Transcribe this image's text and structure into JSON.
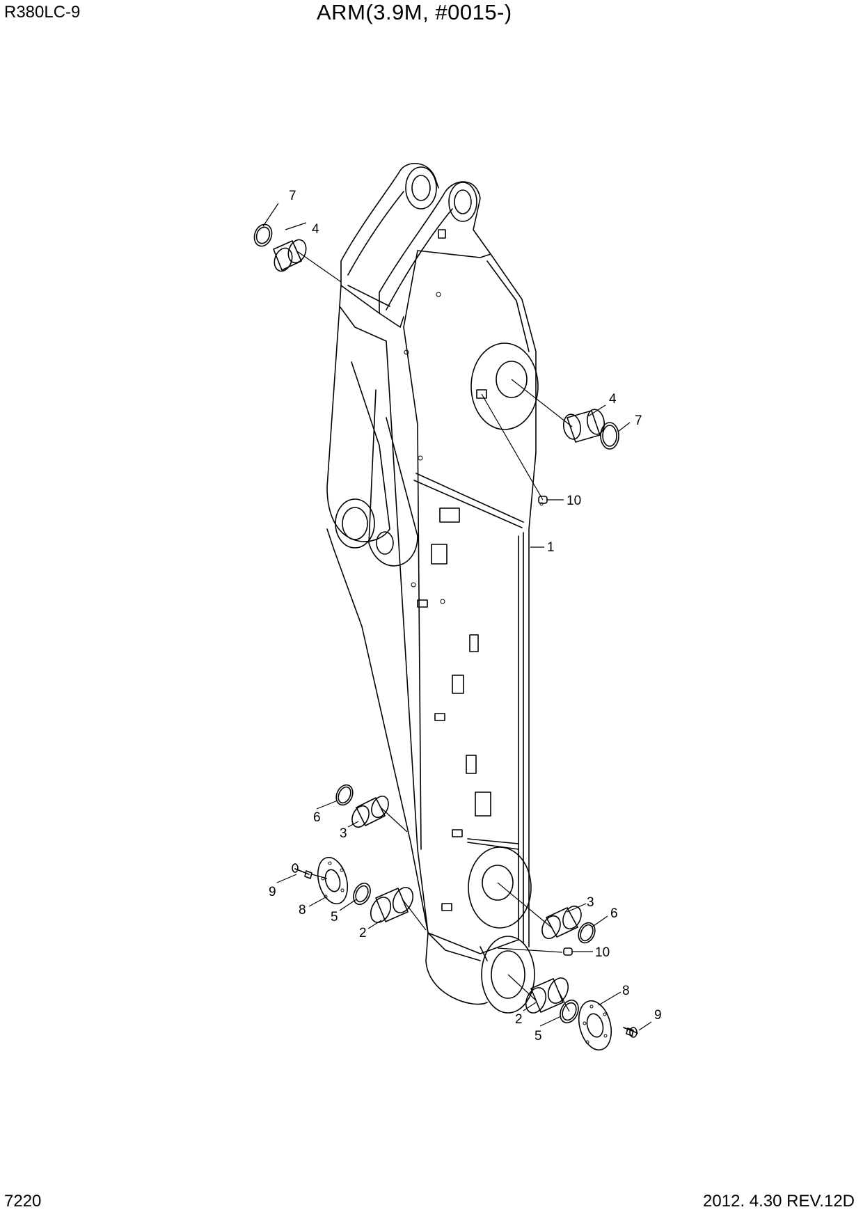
{
  "header": {
    "model": "R380LC-9",
    "title": "ARM(3.9M, #0015-)"
  },
  "footer": {
    "page_number": "7220",
    "revision": "2012. 4.30  REV.12D"
  },
  "callouts": {
    "c1": "1",
    "c2a": "2",
    "c2b": "2",
    "c3a": "3",
    "c3b": "3",
    "c4a": "4",
    "c4b": "4",
    "c5a": "5",
    "c5b": "5",
    "c6a": "6",
    "c6b": "6",
    "c7a": "7",
    "c7b": "7",
    "c8a": "8",
    "c8b": "8",
    "c9a": "9",
    "c9b": "9",
    "c10a": "10",
    "c10b": "10"
  }
}
